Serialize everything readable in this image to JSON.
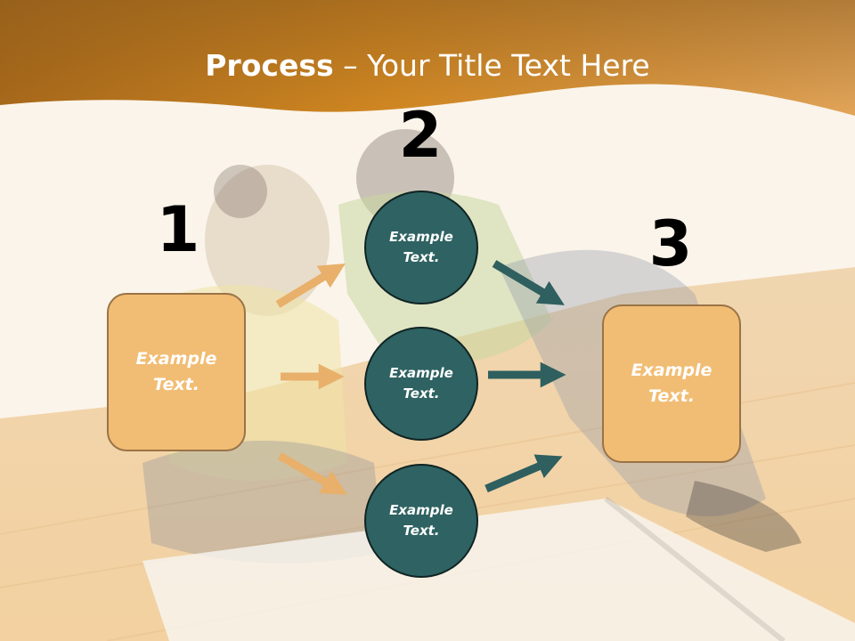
{
  "title": {
    "bold": "Process",
    "rest": " – Your Title Text Here"
  },
  "steps": [
    {
      "number": "1",
      "text": "Example Text."
    },
    {
      "number": "2"
    },
    {
      "number": "3",
      "text": "Example Text."
    }
  ],
  "circles": [
    {
      "text": "Example Text."
    },
    {
      "text": "Example Text."
    },
    {
      "text": "Example Text."
    }
  ],
  "colors": {
    "header": "#c97f1c",
    "box_fill": "#f1bd74",
    "box_border": "#9a7347",
    "circle_fill": "#2f6262",
    "tan_arrow": "#e8b06a",
    "teal_arrow": "#2f5f5f"
  }
}
